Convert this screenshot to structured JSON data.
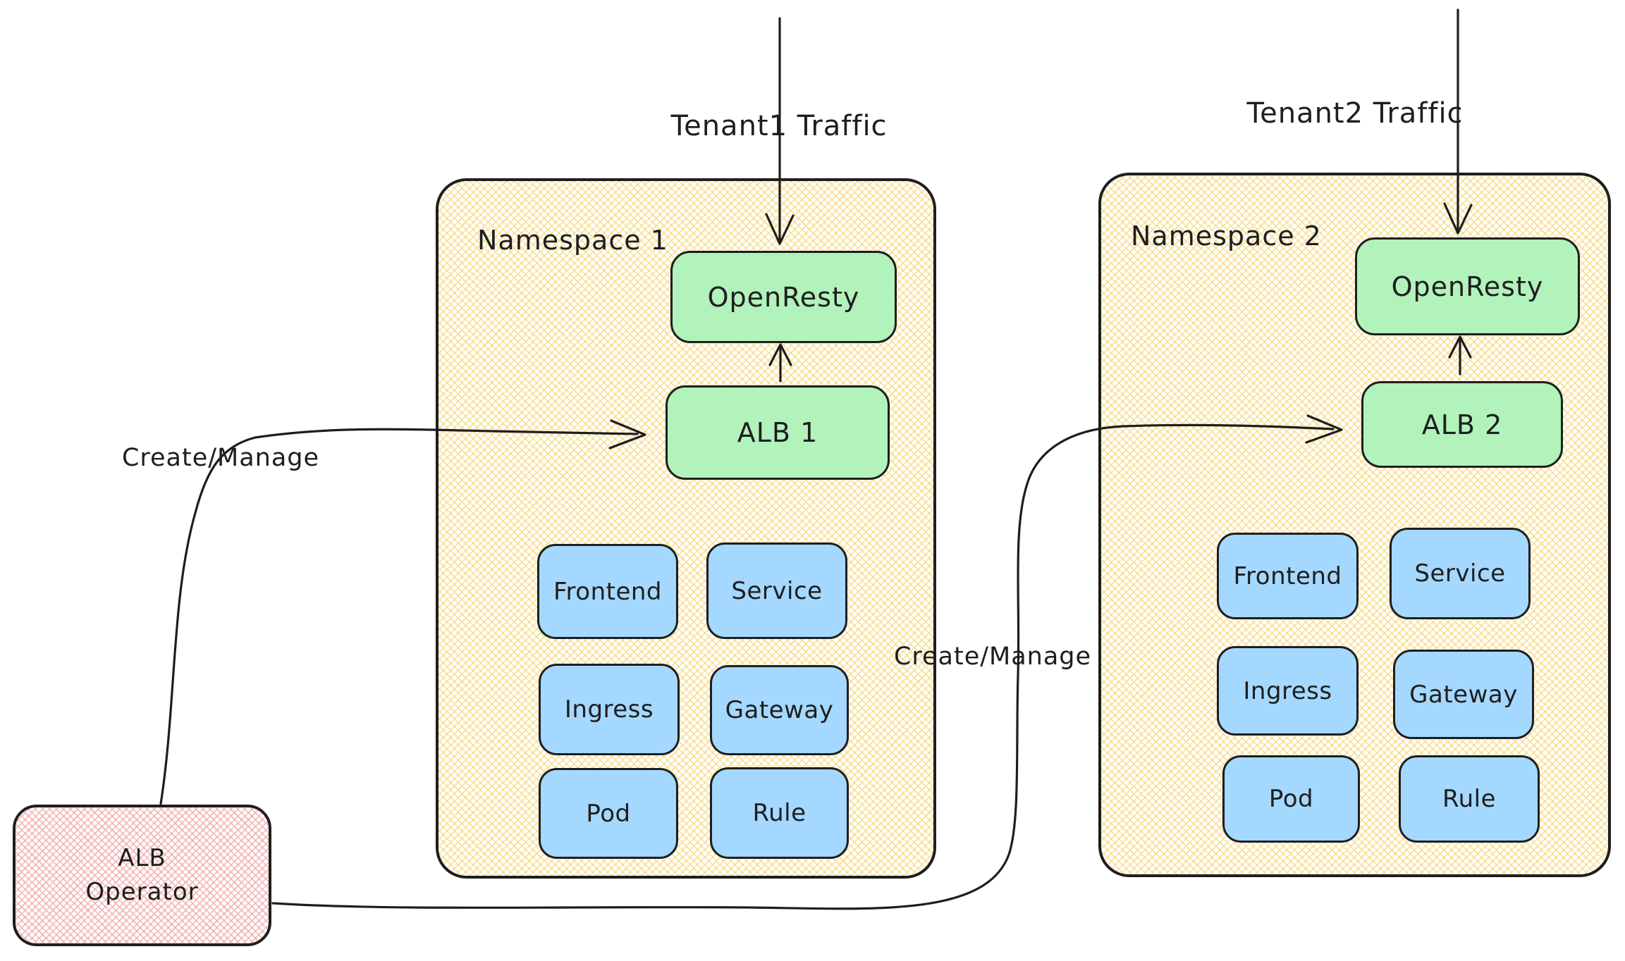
{
  "diagram": {
    "tenant1_traffic_label": "Tenant1 Traffic",
    "tenant2_traffic_label": "Tenant2 Traffic",
    "create_manage_left_label": "Create/Manage",
    "create_manage_right_label": "Create/Manage",
    "alb_operator": {
      "line1": "ALB",
      "line2": "Operator"
    },
    "namespaces": [
      {
        "title": "Namespace 1",
        "openresty_label": "OpenResty",
        "alb_label": "ALB 1",
        "resources": [
          "Frontend",
          "Service",
          "Ingress",
          "Gateway",
          "Pod",
          "Rule"
        ]
      },
      {
        "title": "Namespace 2",
        "openresty_label": "OpenResty",
        "alb_label": "ALB 2",
        "resources": [
          "Frontend",
          "Service",
          "Ingress",
          "Gateway",
          "Pod",
          "Rule"
        ]
      }
    ]
  },
  "colors": {
    "stroke": "#1e1e1e",
    "green_fill": "#b2f2bb",
    "blue_fill": "#a5d8ff",
    "yellow_hatch_line": "#f6d87cb8",
    "pink_hatch_line": "#f2a6a6b8",
    "background": "#ffffff"
  }
}
